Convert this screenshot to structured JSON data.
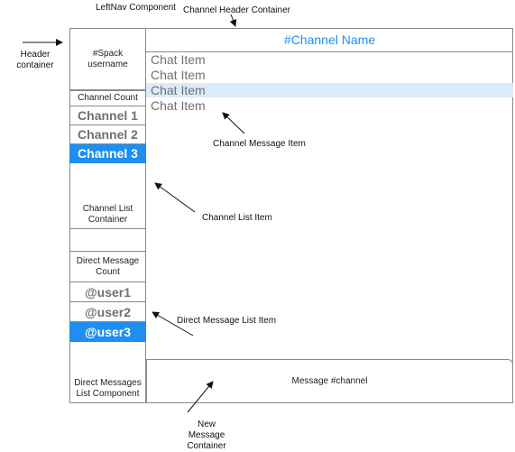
{
  "annotations": {
    "leftnav": "LeftNav Component",
    "channel_header_container": "Channel Header Container",
    "header_container": [
      "Header",
      "container"
    ],
    "channel_message_item": "Channel Message Item",
    "channel_list_item": "Channel List Item",
    "direct_message_list_item": "Direct Message List Item",
    "new_message_container": [
      "New",
      "Message",
      "Container"
    ]
  },
  "leftnav": {
    "header": [
      "#Spack",
      "username"
    ],
    "channel_count": "Channel Count",
    "channels": [
      {
        "label": "Channel 1",
        "active": false
      },
      {
        "label": "Channel 2",
        "active": false
      },
      {
        "label": "Channel 3",
        "active": true
      }
    ],
    "channel_list_container": [
      "Channel List",
      "Container"
    ],
    "direct_message_count": [
      "Direct Message",
      "Count"
    ],
    "users": [
      {
        "label": "@user1",
        "active": false
      },
      {
        "label": "@user2",
        "active": false
      },
      {
        "label": "@user3",
        "active": true
      }
    ],
    "direct_messages_list_component": [
      "Direct Messages",
      "List Component"
    ]
  },
  "main": {
    "channel_name": "#Channel Name",
    "chat_items": [
      {
        "label": "Chat Item",
        "highlighted": false
      },
      {
        "label": "Chat Item",
        "highlighted": false
      },
      {
        "label": "Chat Item",
        "highlighted": true
      },
      {
        "label": "Chat Item",
        "highlighted": false
      }
    ],
    "message_placeholder": "Message #channel"
  },
  "colors": {
    "accent": "#1e8ff0",
    "highlight": "#dcebfb",
    "border": "#8a8a8a",
    "muted_text": "#707070"
  }
}
